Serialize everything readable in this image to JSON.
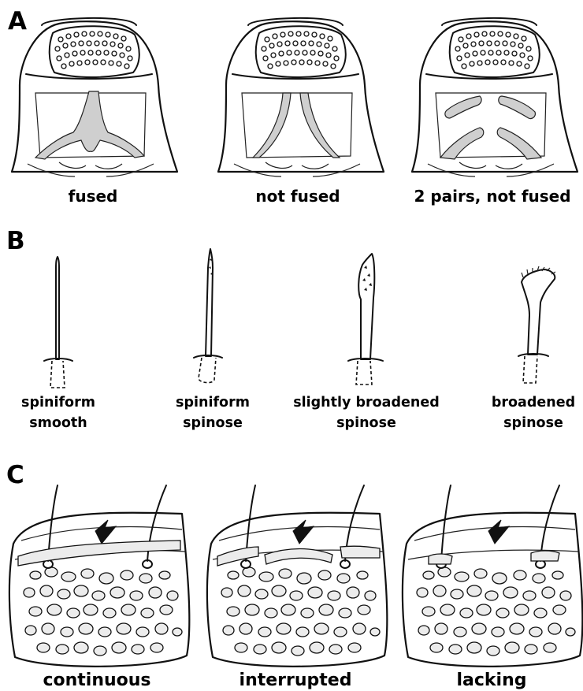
{
  "panels": [
    {
      "letter": "A",
      "labels": [
        "fused",
        "not fused",
        "2 pairs, not fused"
      ]
    },
    {
      "letter": "B",
      "labels": [
        [
          "spiniform",
          "smooth"
        ],
        [
          "spiniform",
          "spinose"
        ],
        [
          "slightly broadened",
          "spinose"
        ],
        [
          "broadened",
          "spinose"
        ]
      ]
    },
    {
      "letter": "C",
      "labels": [
        "continuous",
        "interrupted",
        "lacking"
      ]
    }
  ]
}
